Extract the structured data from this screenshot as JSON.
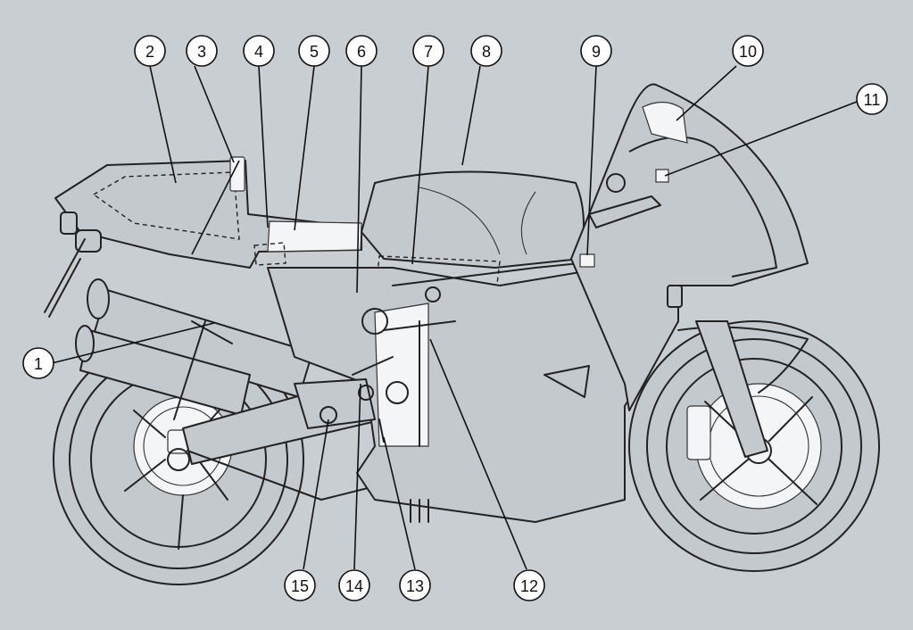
{
  "callouts": [
    {
      "id": 1,
      "label": "1"
    },
    {
      "id": 2,
      "label": "2"
    },
    {
      "id": 3,
      "label": "3"
    },
    {
      "id": 4,
      "label": "4"
    },
    {
      "id": 5,
      "label": "5"
    },
    {
      "id": 6,
      "label": "6"
    },
    {
      "id": 7,
      "label": "7"
    },
    {
      "id": 8,
      "label": "8"
    },
    {
      "id": 9,
      "label": "9"
    },
    {
      "id": 10,
      "label": "10"
    },
    {
      "id": 11,
      "label": "11"
    },
    {
      "id": 12,
      "label": "12"
    },
    {
      "id": 13,
      "label": "13"
    },
    {
      "id": 14,
      "label": "14"
    },
    {
      "id": 15,
      "label": "15"
    }
  ],
  "colors": {
    "background": "#c9ced3",
    "line": "#222222",
    "callout_fill": "#ffffff"
  }
}
